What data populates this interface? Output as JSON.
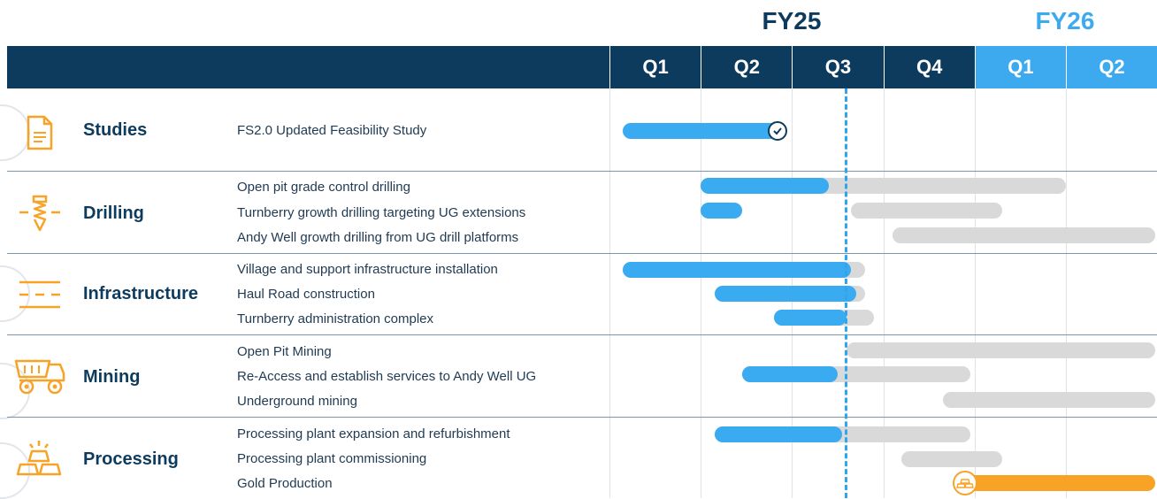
{
  "fiscal_years": [
    {
      "label": "FY25",
      "color": "#0d3b5e"
    },
    {
      "label": "FY26",
      "color": "#3daaf0"
    }
  ],
  "quarters": [
    {
      "label": "Q1",
      "fy": "FY25"
    },
    {
      "label": "Q2",
      "fy": "FY25"
    },
    {
      "label": "Q3",
      "fy": "FY25"
    },
    {
      "label": "Q4",
      "fy": "FY25"
    },
    {
      "label": "Q1",
      "fy": "FY26"
    },
    {
      "label": "Q2",
      "fy": "FY26"
    }
  ],
  "colors": {
    "header": "#0d3b5e",
    "fy26_header": "#3daaf0",
    "progress": "#3aabf0",
    "planned": "#d9d9d9",
    "gold_production": "#f8a326",
    "icon": "#f8a326"
  },
  "categories": [
    {
      "label": "Studies",
      "icon": "document-icon"
    },
    {
      "label": "Drilling",
      "icon": "drill-bit-icon"
    },
    {
      "label": "Infrastructure",
      "icon": "road-icon"
    },
    {
      "label": "Mining",
      "icon": "haul-truck-icon"
    },
    {
      "label": "Processing",
      "icon": "gold-bars-icon"
    }
  ],
  "chart_data": {
    "type": "gantt",
    "time_unit": "quarter index (0 = start of FY25 Q1, 6 = end of FY26 Q2)",
    "current_date_marker": 2.58,
    "tasks": [
      {
        "category": "Studies",
        "name": "FS2.0 Updated Feasibility Study",
        "progress": [
          0.15,
          1.85
        ],
        "planned": null,
        "status": "complete"
      },
      {
        "category": "Drilling",
        "name": "Open pit grade control drilling",
        "progress": [
          1.0,
          2.4
        ],
        "planned": [
          1.0,
          5.0
        ]
      },
      {
        "category": "Drilling",
        "name": "Turnberry growth drilling targeting UG extensions",
        "progress": [
          1.0,
          1.45
        ],
        "planned": [
          2.65,
          4.3
        ]
      },
      {
        "category": "Drilling",
        "name": "Andy Well growth drilling from UG drill platforms",
        "progress": null,
        "planned": [
          3.1,
          6.0
        ]
      },
      {
        "category": "Infrastructure",
        "name": "Village and support infrastructure installation",
        "progress": [
          0.15,
          2.65
        ],
        "planned": [
          0.15,
          2.8
        ]
      },
      {
        "category": "Infrastructure",
        "name": "Haul Road construction",
        "progress": [
          1.15,
          2.7
        ],
        "planned": [
          1.15,
          2.8
        ]
      },
      {
        "category": "Infrastructure",
        "name": "Turnberry administration complex",
        "progress": [
          1.8,
          2.6
        ],
        "planned": [
          1.8,
          2.9
        ]
      },
      {
        "category": "Mining",
        "name": "Open Pit Mining",
        "progress": null,
        "planned": [
          2.6,
          6.0
        ]
      },
      {
        "category": "Mining",
        "name": "Re-Access and establish services to Andy Well UG",
        "progress": [
          1.45,
          2.5
        ],
        "planned": [
          1.45,
          3.95
        ]
      },
      {
        "category": "Mining",
        "name": "Underground mining",
        "progress": null,
        "planned": [
          3.65,
          6.0
        ]
      },
      {
        "category": "Processing",
        "name": "Processing plant expansion and refurbishment",
        "progress": [
          1.15,
          2.55
        ],
        "planned": [
          1.15,
          3.95
        ]
      },
      {
        "category": "Processing",
        "name": "Processing plant commissioning",
        "progress": null,
        "planned": [
          3.2,
          4.3
        ]
      },
      {
        "category": "Processing",
        "name": "Gold Production",
        "progress": null,
        "planned": null,
        "production": [
          3.9,
          6.0
        ]
      }
    ]
  }
}
